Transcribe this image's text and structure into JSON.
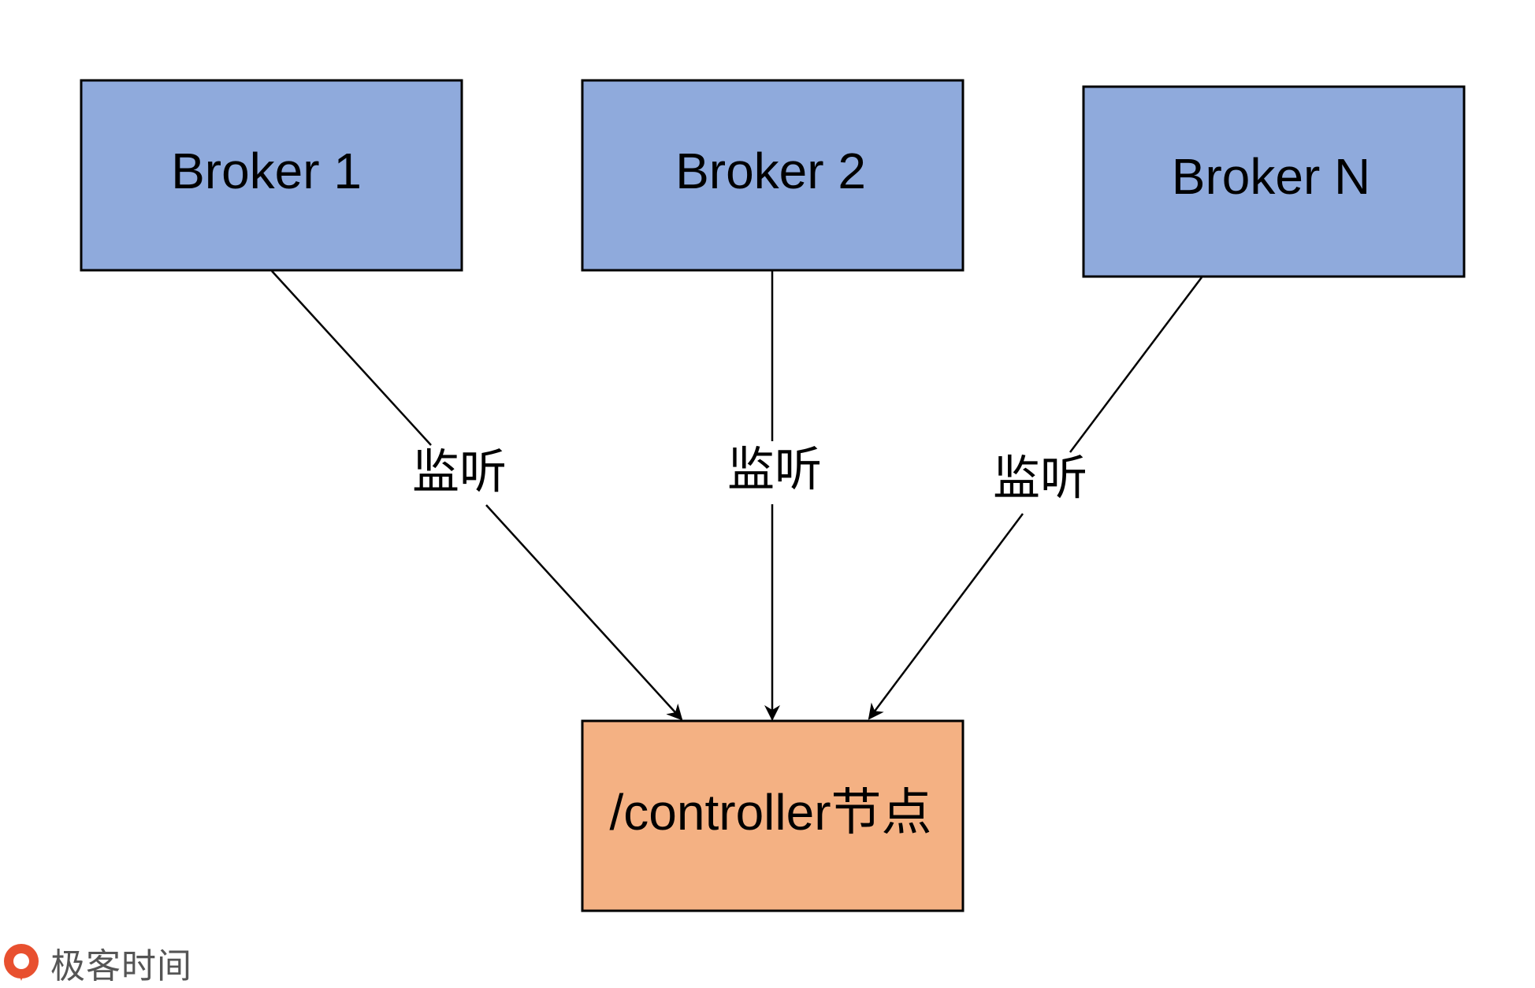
{
  "nodes": {
    "broker_1": {
      "label": "Broker 1"
    },
    "broker_2": {
      "label": "Broker 2"
    },
    "broker_n": {
      "label": "Broker N"
    },
    "controller": {
      "label": "/controller节点"
    }
  },
  "edges": [
    {
      "label": "监听"
    },
    {
      "label": "监听"
    },
    {
      "label": "监听"
    }
  ],
  "colors": {
    "broker_fill": "#8faadc",
    "controller_fill": "#f4b183",
    "stroke": "#000000",
    "watermark_accent": "#e8502f"
  },
  "watermark": {
    "text": "极客时间"
  }
}
